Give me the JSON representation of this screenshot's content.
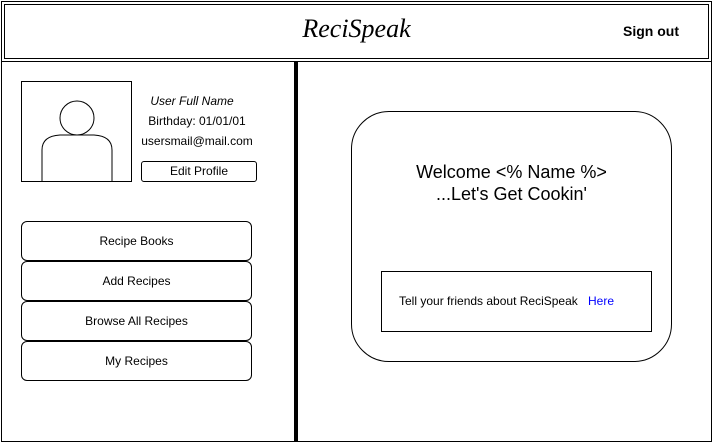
{
  "header": {
    "app_title": "ReciSpeak",
    "sign_out_label": "Sign out"
  },
  "profile": {
    "avatar_icon": "user-silhouette-icon",
    "full_name": "User Full Name",
    "birthday": "Birthday: 01/01/01",
    "email": "usersmail@mail.com",
    "edit_label": "Edit Profile"
  },
  "nav": {
    "items": [
      {
        "label": "Recipe Books"
      },
      {
        "label": "Add Recipes"
      },
      {
        "label": "Browse All Recipes"
      },
      {
        "label": "My Recipes"
      }
    ]
  },
  "main": {
    "welcome_line1": "Welcome <% Name %>",
    "welcome_line2": "...Let's Get Cookin'",
    "share_text": "Tell your friends about ReciSpeak",
    "share_link_label": "Here",
    "link_color": "#0000ff"
  }
}
